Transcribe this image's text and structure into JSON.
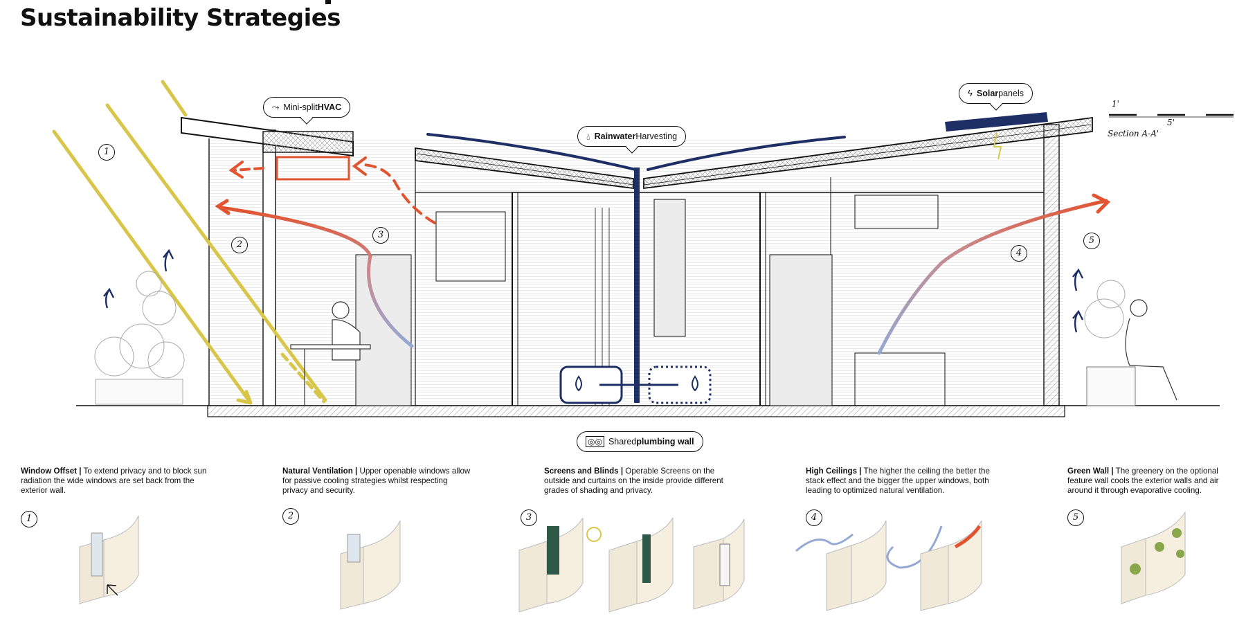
{
  "title": "Sustainability Strategies",
  "callouts": {
    "hvac": {
      "prefix": "Mini-split ",
      "bold": "HVAC",
      "icon": "hvac-icon"
    },
    "rainwater": {
      "bold": "Rainwater",
      "suffix": " Harvesting",
      "icon": "water-drop-icon"
    },
    "solar": {
      "bold": "Solar",
      "suffix": " panels",
      "icon": "lightning-icon"
    },
    "plumbing": {
      "prefix": "Shared ",
      "bold": "plumbing wall",
      "icon": "pipes-icon"
    }
  },
  "section_label": "Section A-A'",
  "scale_labels": [
    "1'",
    "5'"
  ],
  "diagram_numbers": [
    "1",
    "2",
    "3",
    "4",
    "5"
  ],
  "strategies": [
    {
      "num": "1",
      "title": "Window Offset |",
      "text": " To extend privacy and to block sun radiation the wide windows are set back from the exterior wall."
    },
    {
      "num": "2",
      "title": "Natural Ventilation |",
      "text": " Upper openable windows allow for passive cooling strategies whilst respecting privacy and security."
    },
    {
      "num": "3",
      "title": "Screens and Blinds |",
      "text": " Operable Screens on the outside and curtains on the inside provide different grades of shading and privacy."
    },
    {
      "num": "4",
      "title": "High Ceilings |",
      "text": " The higher the ceiling the better the stack effect and the bigger the upper windows, both leading to optimized natural ventilation."
    },
    {
      "num": "5",
      "title": "Green Wall |",
      "text": " The greenery on the optional feature wall cools the exterior walls and air around it through evaporative cooling."
    }
  ],
  "colors": {
    "sun": "#d8c64a",
    "hot_air": "#e2532f",
    "cool_air": "#93a9d3",
    "navy": "#1e2f66",
    "panel": "#f1e9d7"
  }
}
